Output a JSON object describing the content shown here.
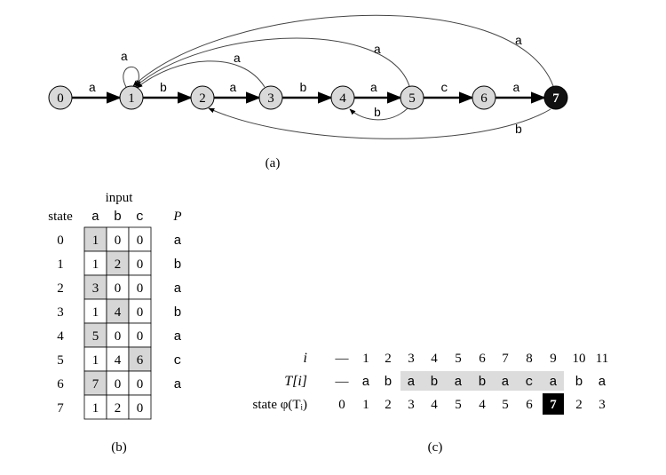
{
  "automaton": {
    "caption": "(a)",
    "states": [
      "0",
      "1",
      "2",
      "3",
      "4",
      "5",
      "6",
      "7"
    ],
    "accepting_state": "7",
    "edges": [
      {
        "from": "0",
        "to": "1",
        "label": "a",
        "kind": "spine"
      },
      {
        "from": "1",
        "to": "2",
        "label": "b",
        "kind": "spine"
      },
      {
        "from": "2",
        "to": "3",
        "label": "a",
        "kind": "spine"
      },
      {
        "from": "3",
        "to": "4",
        "label": "b",
        "kind": "spine"
      },
      {
        "from": "4",
        "to": "5",
        "label": "a",
        "kind": "spine"
      },
      {
        "from": "5",
        "to": "6",
        "label": "c",
        "kind": "spine"
      },
      {
        "from": "6",
        "to": "7",
        "label": "a",
        "kind": "spine"
      },
      {
        "from": "1",
        "to": "1",
        "label": "a",
        "kind": "back"
      },
      {
        "from": "3",
        "to": "1",
        "label": "a",
        "kind": "back"
      },
      {
        "from": "5",
        "to": "1",
        "label": "a",
        "kind": "back"
      },
      {
        "from": "7",
        "to": "1",
        "label": "a",
        "kind": "back"
      },
      {
        "from": "5",
        "to": "4",
        "label": "b",
        "kind": "back"
      },
      {
        "from": "7",
        "to": "2",
        "label": "b",
        "kind": "back"
      }
    ]
  },
  "table": {
    "caption": "(b)",
    "input_header": "input",
    "state_header": "state",
    "p_header": "P",
    "symbols": [
      "a",
      "b",
      "c"
    ],
    "rows": [
      {
        "state": "0",
        "cells": [
          "1",
          "0",
          "0"
        ],
        "shaded": 0,
        "p": "a"
      },
      {
        "state": "1",
        "cells": [
          "1",
          "2",
          "0"
        ],
        "shaded": 1,
        "p": "b"
      },
      {
        "state": "2",
        "cells": [
          "3",
          "0",
          "0"
        ],
        "shaded": 0,
        "p": "a"
      },
      {
        "state": "3",
        "cells": [
          "1",
          "4",
          "0"
        ],
        "shaded": 1,
        "p": "b"
      },
      {
        "state": "4",
        "cells": [
          "5",
          "0",
          "0"
        ],
        "shaded": 0,
        "p": "a"
      },
      {
        "state": "5",
        "cells": [
          "1",
          "4",
          "6"
        ],
        "shaded": 2,
        "p": "c"
      },
      {
        "state": "6",
        "cells": [
          "7",
          "0",
          "0"
        ],
        "shaded": 0,
        "p": "a"
      },
      {
        "state": "7",
        "cells": [
          "1",
          "2",
          "0"
        ],
        "shaded": null,
        "p": ""
      }
    ]
  },
  "trace": {
    "caption": "(c)",
    "row_labels": {
      "i": "i",
      "t": "T[i]",
      "state": "state φ(Tᵢ)"
    },
    "i_values": [
      "—",
      "1",
      "2",
      "3",
      "4",
      "5",
      "6",
      "7",
      "8",
      "9",
      "10",
      "11"
    ],
    "t_values": [
      "—",
      "a",
      "b",
      "a",
      "b",
      "a",
      "b",
      "a",
      "c",
      "a",
      "b",
      "a"
    ],
    "state_values": [
      "0",
      "1",
      "2",
      "3",
      "4",
      "5",
      "4",
      "5",
      "6",
      "7",
      "2",
      "3"
    ],
    "highlight_range": [
      3,
      9
    ],
    "accept_index": 9
  }
}
